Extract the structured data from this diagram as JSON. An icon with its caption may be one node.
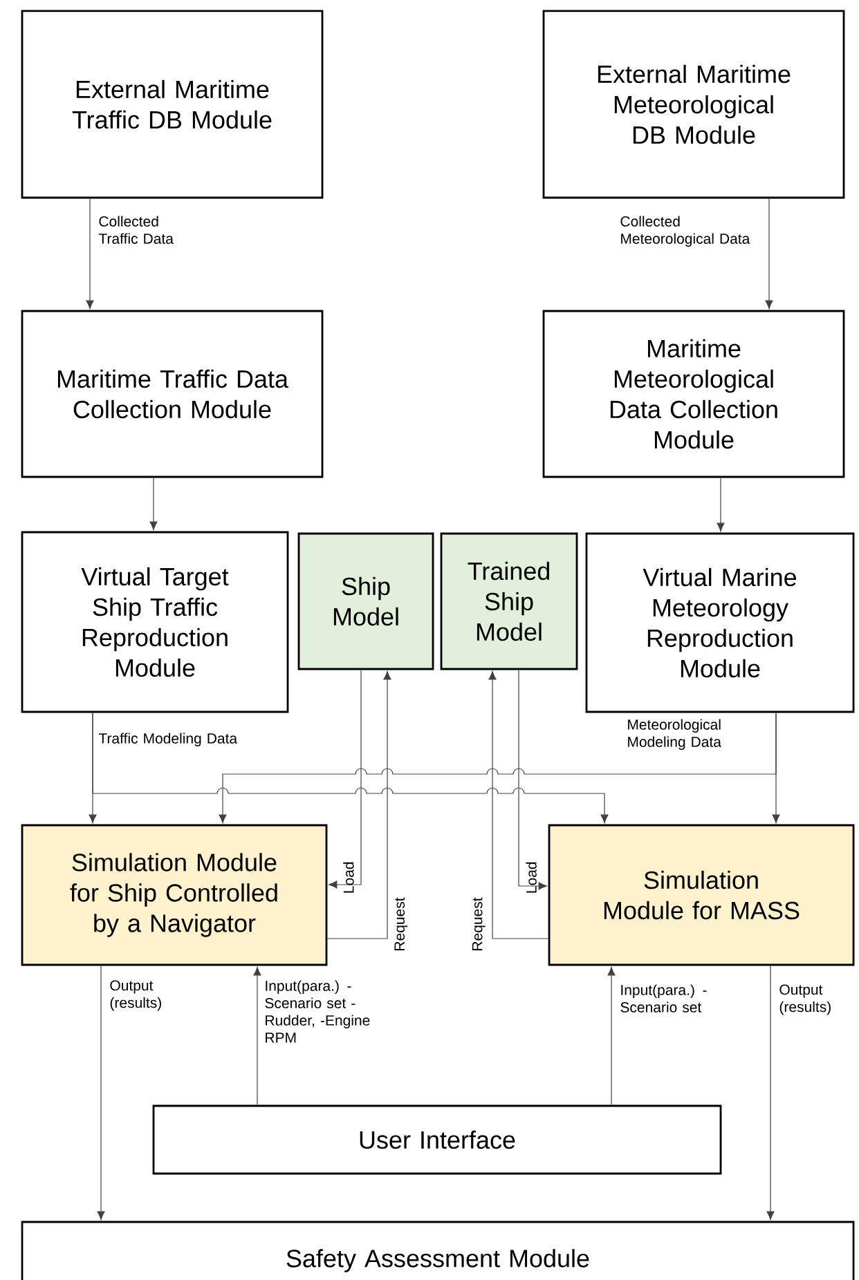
{
  "diagram": {
    "nodes": [
      {
        "text": [
          "External Maritime Traffic DB Module"
        ]
      },
      {
        "text": [
          "External Maritime Meteorological DB Module"
        ]
      },
      {
        "text": [
          "Maritime Traffic Data Collection Module"
        ]
      },
      {
        "text": [
          "Maritime Meteorological Data Collection Module"
        ]
      },
      {
        "text": [
          "Virtual Target Ship Traffic Reproduction Module"
        ]
      },
      {
        "text": [
          "Ship Model"
        ]
      },
      {
        "text": [
          "Trained Ship Model"
        ]
      },
      {
        "text": [
          "Virtual Marine Meteorology Reproduction Module"
        ]
      },
      {
        "text": [
          "Simulation Module for Ship Controlled by a Navigator"
        ]
      },
      {
        "text": [
          "Simulation Module for MASS"
        ]
      },
      {
        "text": [
          "User Interface"
        ]
      },
      {
        "text": [
          "Safety Assessment Module"
        ]
      }
    ],
    "edges": [
      {
        "from": 0,
        "to": 2,
        "arrow": "to",
        "label": "Collected Traffic Data"
      },
      {
        "from": 1,
        "to": 3,
        "arrow": "to",
        "label": "Collected Meteorological Data"
      },
      {
        "from": 2,
        "to": 4,
        "arrow": "to"
      },
      {
        "from": 3,
        "to": 7,
        "arrow": "to"
      },
      {
        "from": 4,
        "to": 8,
        "arrow": "to",
        "label": "Traffic Modeling Data"
      },
      {
        "from": 4,
        "to": 9,
        "arrow": "to"
      },
      {
        "from": 7,
        "to": 9,
        "arrow": "to",
        "label": "Meteorological Modeling Data"
      },
      {
        "from": 7,
        "to": 8,
        "arrow": "to"
      },
      {
        "from": 5,
        "to": 8,
        "arrow": "to",
        "label": "Load"
      },
      {
        "from": 8,
        "to": 5,
        "arrow": "to",
        "label": "Request"
      },
      {
        "from": 9,
        "to": 6,
        "arrow": "to",
        "label": "Request"
      },
      {
        "from": 6,
        "to": 9,
        "arrow": "to",
        "label": "Load"
      },
      {
        "from": 8,
        "to": 11,
        "arrow": "to",
        "label": "Output (results)"
      },
      {
        "from": 10,
        "to": 8,
        "arrow": "to",
        "label": "Input(para.) -Scenario set -Rudder, -Engine RPM"
      },
      {
        "from": 10,
        "to": 9,
        "arrow": "to",
        "label": "Input(para.) -Scenario set"
      },
      {
        "from": 9,
        "to": 11,
        "arrow": "to",
        "label": "Output (results)"
      }
    ]
  }
}
